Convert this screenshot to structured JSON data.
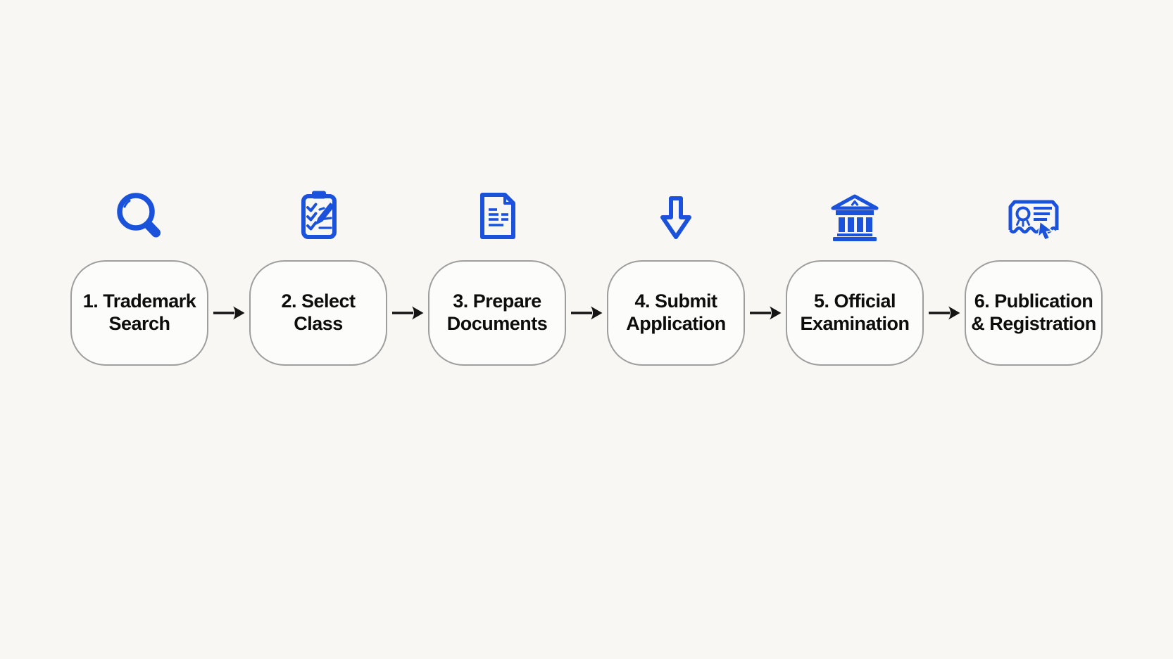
{
  "colors": {
    "icon_accent": "#1a52db",
    "arrow_color": "#141414",
    "box_border": "#9e9e9e",
    "box_background": "#fcfcfb",
    "page_background": "#f8f7f4",
    "text_color": "#0d0d0d"
  },
  "flow": {
    "connector_icon": "arrow-right-icon",
    "steps": [
      {
        "icon": "search-icon",
        "label_line1": "1. Trademark",
        "label_line2": "Search"
      },
      {
        "icon": "clipboard-checklist-icon",
        "label_line1": "2. Select",
        "label_line2": "Class"
      },
      {
        "icon": "document-icon",
        "label_line1": "3. Prepare",
        "label_line2": "Documents"
      },
      {
        "icon": "down-arrow-icon",
        "label_line1": "4. Submit",
        "label_line2": "Application"
      },
      {
        "icon": "bank-icon",
        "label_line1": "5. Official",
        "label_line2": "Examination"
      },
      {
        "icon": "certificate-icon",
        "label_line1": "6. Publication",
        "label_line2": "& Registration"
      }
    ]
  }
}
